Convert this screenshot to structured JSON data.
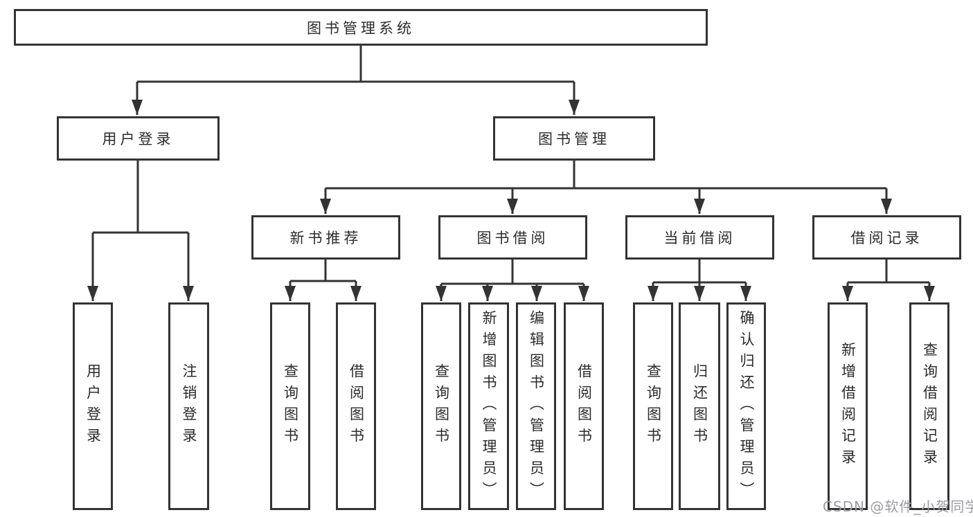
{
  "colors": {
    "line": "#333333",
    "box_border": "#333333",
    "text": "#2b2b2b",
    "background": "#ffffff",
    "watermark": "#9b9ba3"
  },
  "tree": {
    "label": "图书管理系统",
    "children": [
      {
        "label": "用户登录",
        "children": [
          {
            "label": "用户登录"
          },
          {
            "label": "注销登录"
          }
        ]
      },
      {
        "label": "图书管理",
        "children": [
          {
            "label": "新书推荐",
            "children": [
              {
                "label": "查询图书"
              },
              {
                "label": "借阅图书"
              }
            ]
          },
          {
            "label": "图书借阅",
            "children": [
              {
                "label": "查询图书"
              },
              {
                "label": "新增图书（管理员）"
              },
              {
                "label": "编辑图书（管理员）"
              },
              {
                "label": "借阅图书"
              }
            ]
          },
          {
            "label": "当前借阅",
            "children": [
              {
                "label": "查询图书"
              },
              {
                "label": "归还图书"
              },
              {
                "label": "确认归还（管理员）"
              }
            ]
          },
          {
            "label": "借阅记录",
            "children": [
              {
                "label": "新增借阅记录"
              },
              {
                "label": "查询借阅记录"
              }
            ]
          }
        ]
      }
    ]
  },
  "watermark": "CSDN @软件_小贺同学"
}
